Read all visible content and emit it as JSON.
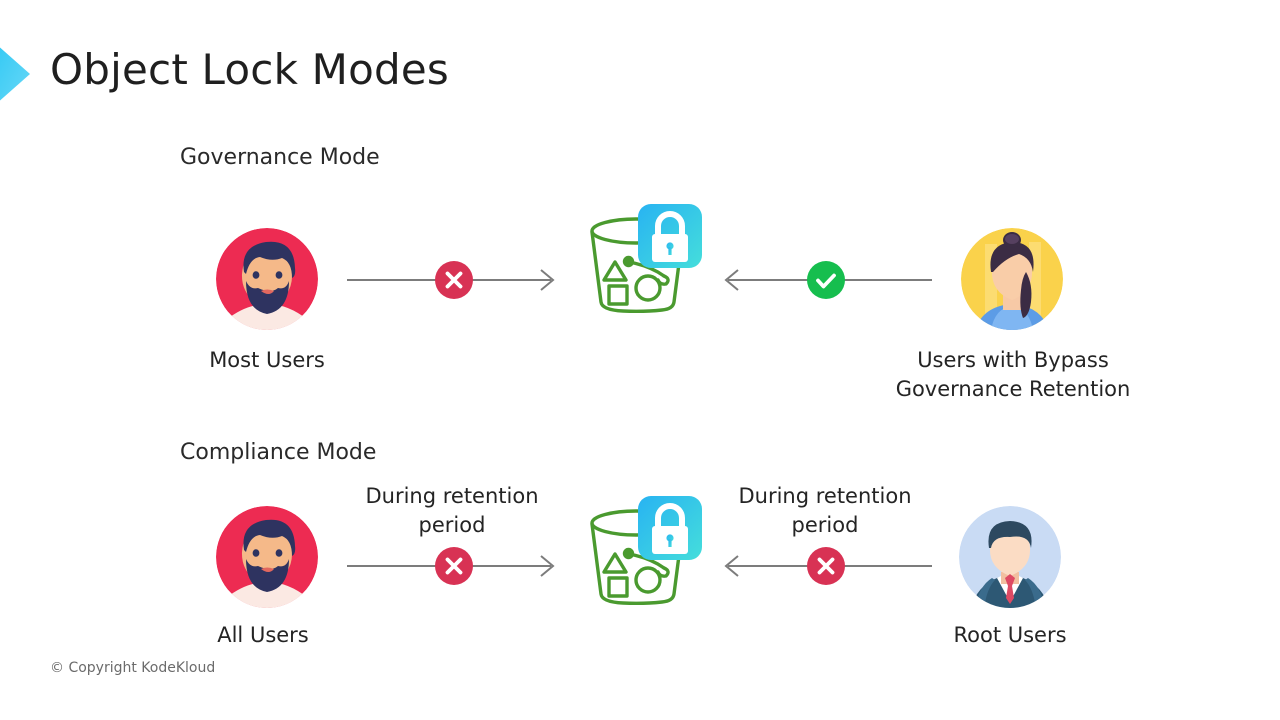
{
  "slide": {
    "title": "Object Lock Modes",
    "accent_color": "#35C8F0",
    "background": "#ffffff",
    "footer": "© Copyright KodeKloud"
  },
  "icons": {
    "chevron": "chevron-right-icon",
    "bucket": "s3-bucket-icon",
    "lock": "lock-icon",
    "deny": "x-circle-icon",
    "allow": "check-circle-icon"
  },
  "colors": {
    "deny": "#D83254",
    "allow": "#16BE4E",
    "lock_badge_top": "#2BB7F0",
    "lock_badge_bottom": "#3FDCD9",
    "bucket_stroke": "#4A9A2F",
    "arrow_line": "#7C7C7C",
    "avatar_red_bg": "#ED2B52",
    "avatar_yellow_bg": "#FAD24B",
    "avatar_lightblue_bg": "#C9DBF4"
  },
  "sections": [
    {
      "id": "governance",
      "heading": "Governance Mode",
      "left_actor": {
        "label": "Most Users",
        "avatar": "bearded-man-avatar"
      },
      "left_arrow": {
        "direction": "right",
        "badge": "deny",
        "badge_symbol": "✕",
        "label": ""
      },
      "center": {
        "icon": "s3-bucket-with-lock",
        "lock": "locked"
      },
      "right_arrow": {
        "direction": "left",
        "badge": "allow",
        "badge_symbol": "✓",
        "label": ""
      },
      "right_actor": {
        "label": "Users with Bypass\nGovernance Retention",
        "label_line1": "Users with Bypass",
        "label_line2": "Governance Retention",
        "avatar": "ponytail-woman-avatar"
      }
    },
    {
      "id": "compliance",
      "heading": "Compliance Mode",
      "left_actor": {
        "label": "All Users",
        "avatar": "bearded-man-avatar"
      },
      "left_arrow": {
        "direction": "right",
        "badge": "deny",
        "badge_symbol": "✕",
        "label_line1": "During retention",
        "label_line2": "period"
      },
      "center": {
        "icon": "s3-bucket-with-lock",
        "lock": "locked"
      },
      "right_arrow": {
        "direction": "left",
        "badge": "deny",
        "badge_symbol": "✕",
        "label_line1": "During retention",
        "label_line2": "period"
      },
      "right_actor": {
        "label": "Root Users",
        "avatar": "suited-man-avatar"
      }
    }
  ]
}
